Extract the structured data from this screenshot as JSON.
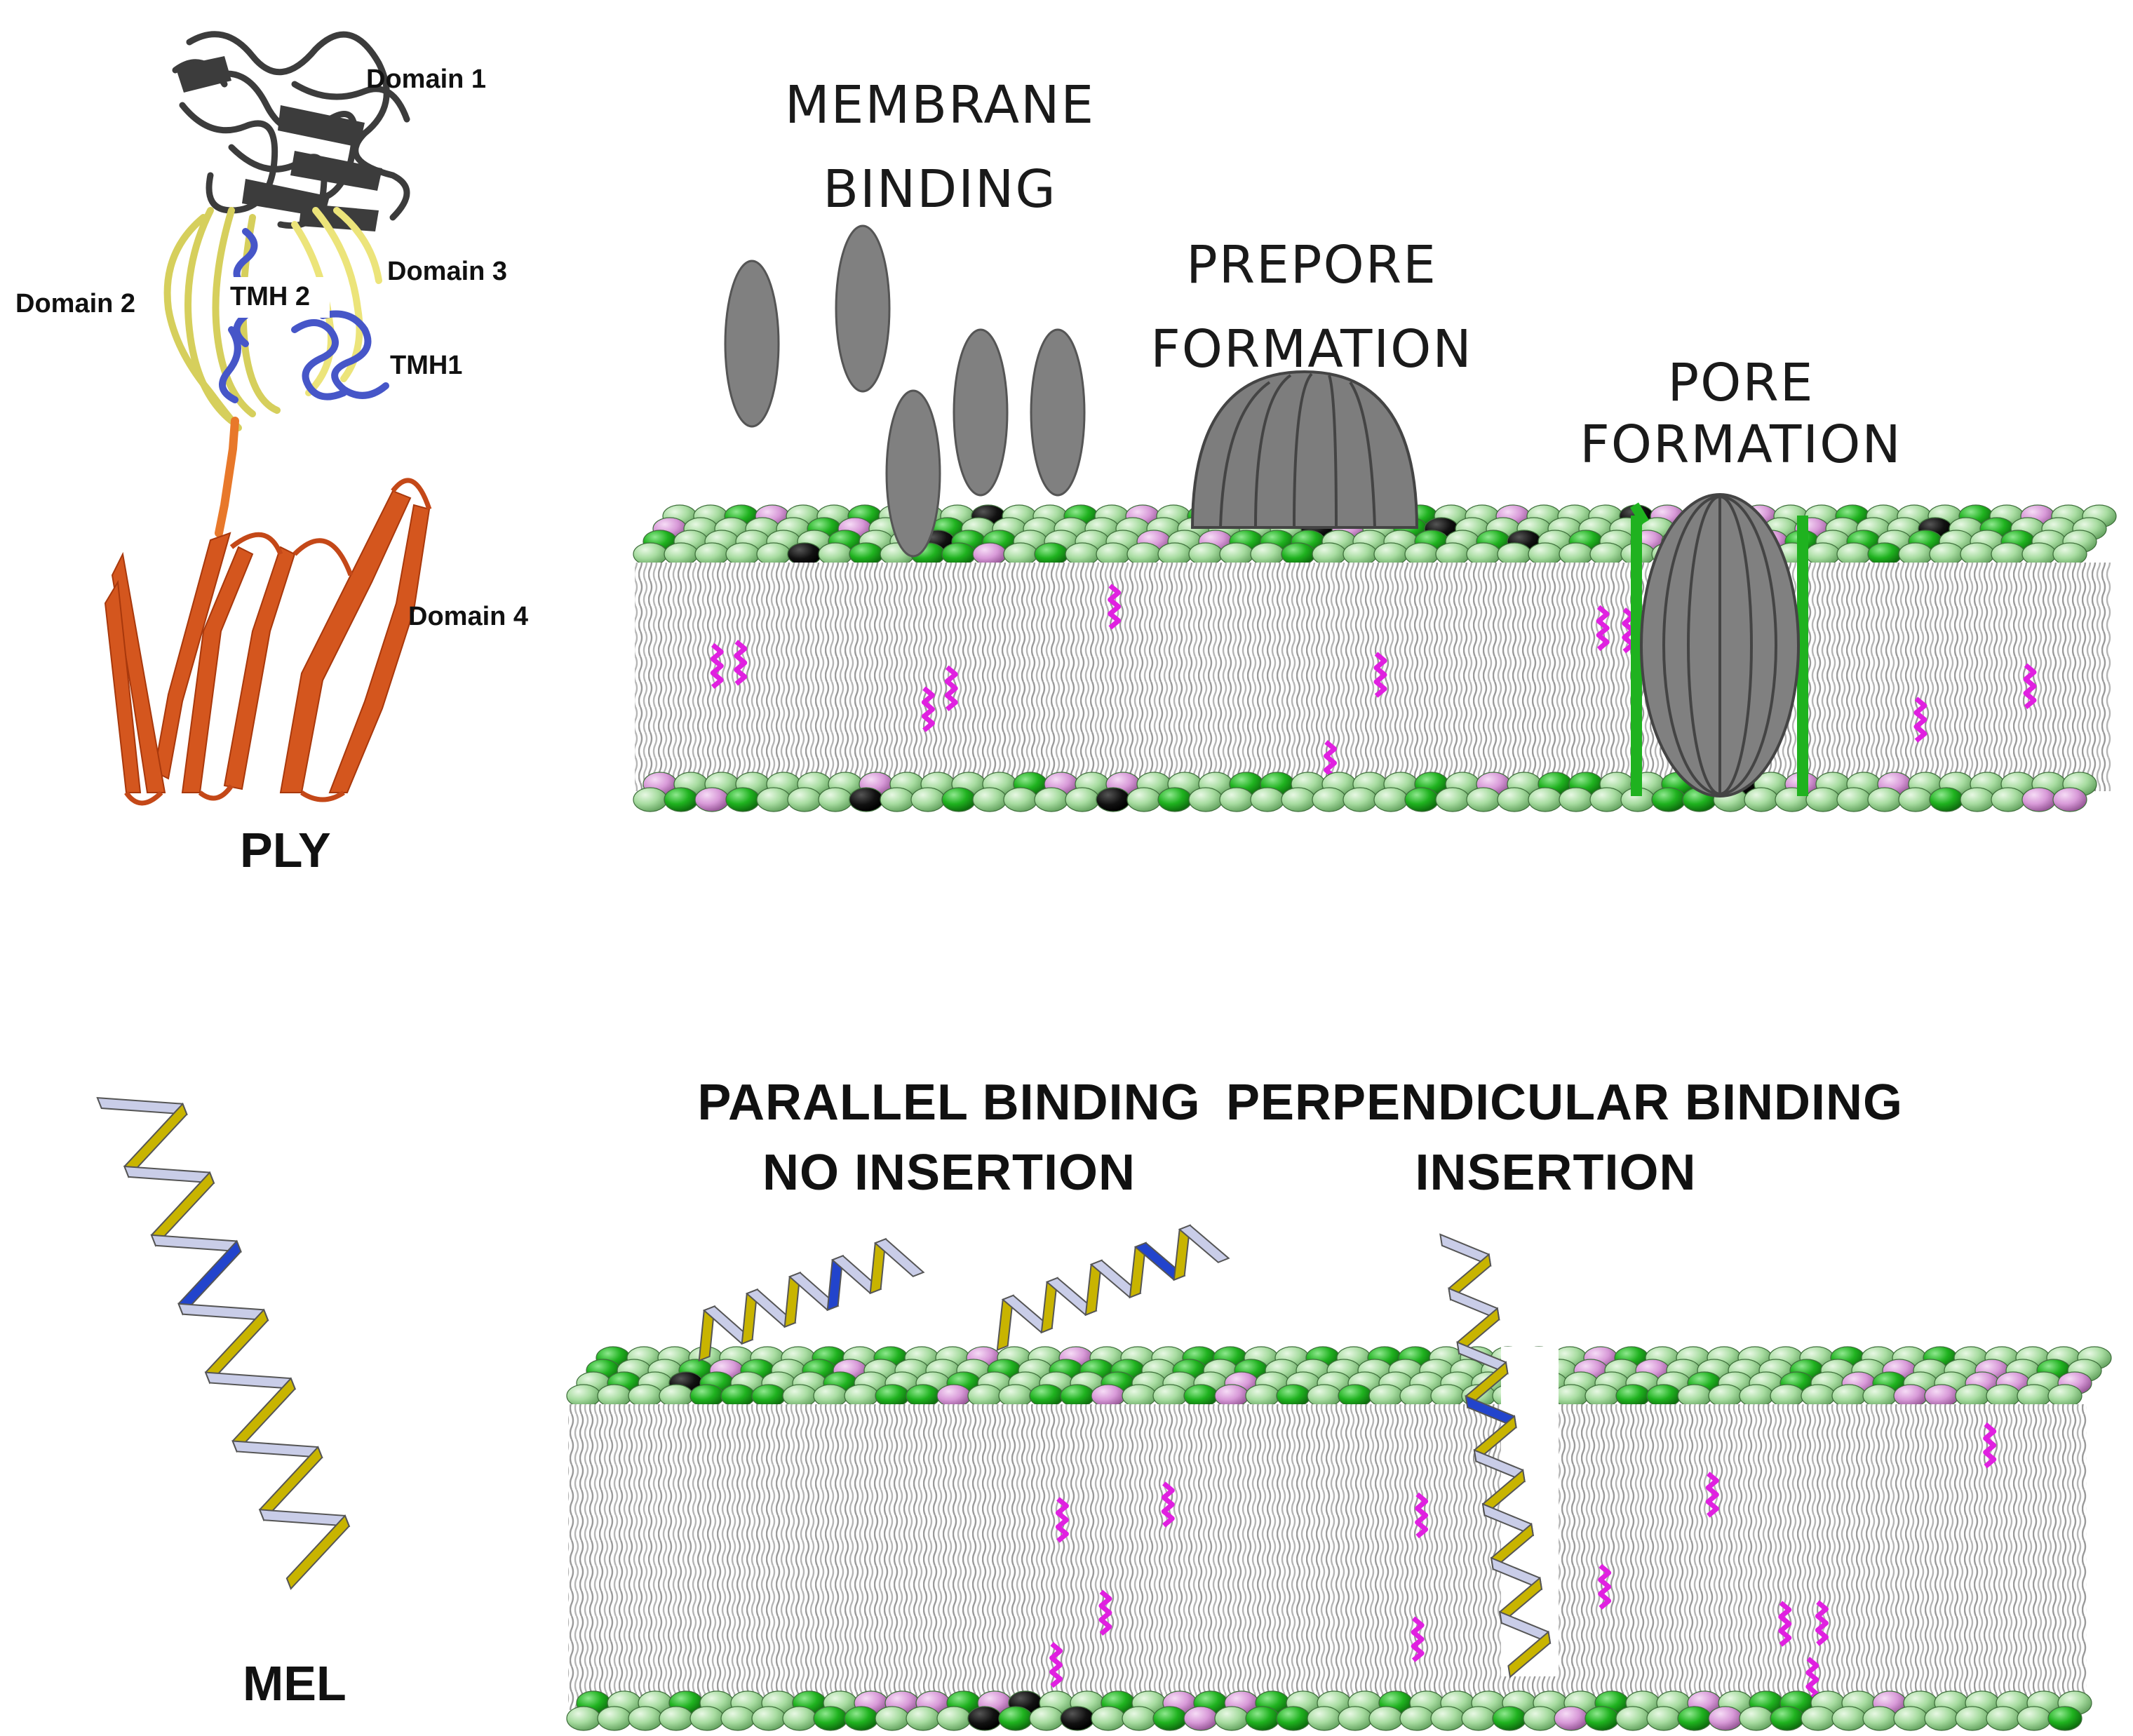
{
  "ply": {
    "name": "PLY",
    "domains": [
      "Domain 1",
      "Domain 2",
      "Domain 3",
      "Domain 4"
    ],
    "helices": [
      "TMH 2",
      "TMH1"
    ],
    "colors": {
      "domain1": "#3c3c3c",
      "domain2_3": "#d6cf5c",
      "tmh": "#4656c8",
      "domain4": "#d4561e"
    }
  },
  "ply_steps": {
    "membrane_binding": [
      "MEMBRANE",
      "BINDING"
    ],
    "prepore": [
      "PREPORE",
      "FORMATION"
    ],
    "pore": [
      "PORE",
      "FORMATION"
    ]
  },
  "mel": {
    "name": "MEL",
    "colors": {
      "ribbon_a": "#c8b400",
      "ribbon_b": "#c9cde8",
      "accent": "#2244cc"
    }
  },
  "mel_steps": {
    "parallel": [
      "PARALLEL BINDING",
      "NO INSERTION"
    ],
    "perpendicular": [
      "PERPENDICULAR BINDING",
      "INSERTION"
    ]
  },
  "membrane_colors": {
    "head_light": "#a7dca0",
    "head_green": "#1fb21f",
    "head_pink": "#d89ad8",
    "head_black": "#111111",
    "tail": "#9a9a9a",
    "cholesterol": "#e020e0",
    "protein": "#808080"
  }
}
